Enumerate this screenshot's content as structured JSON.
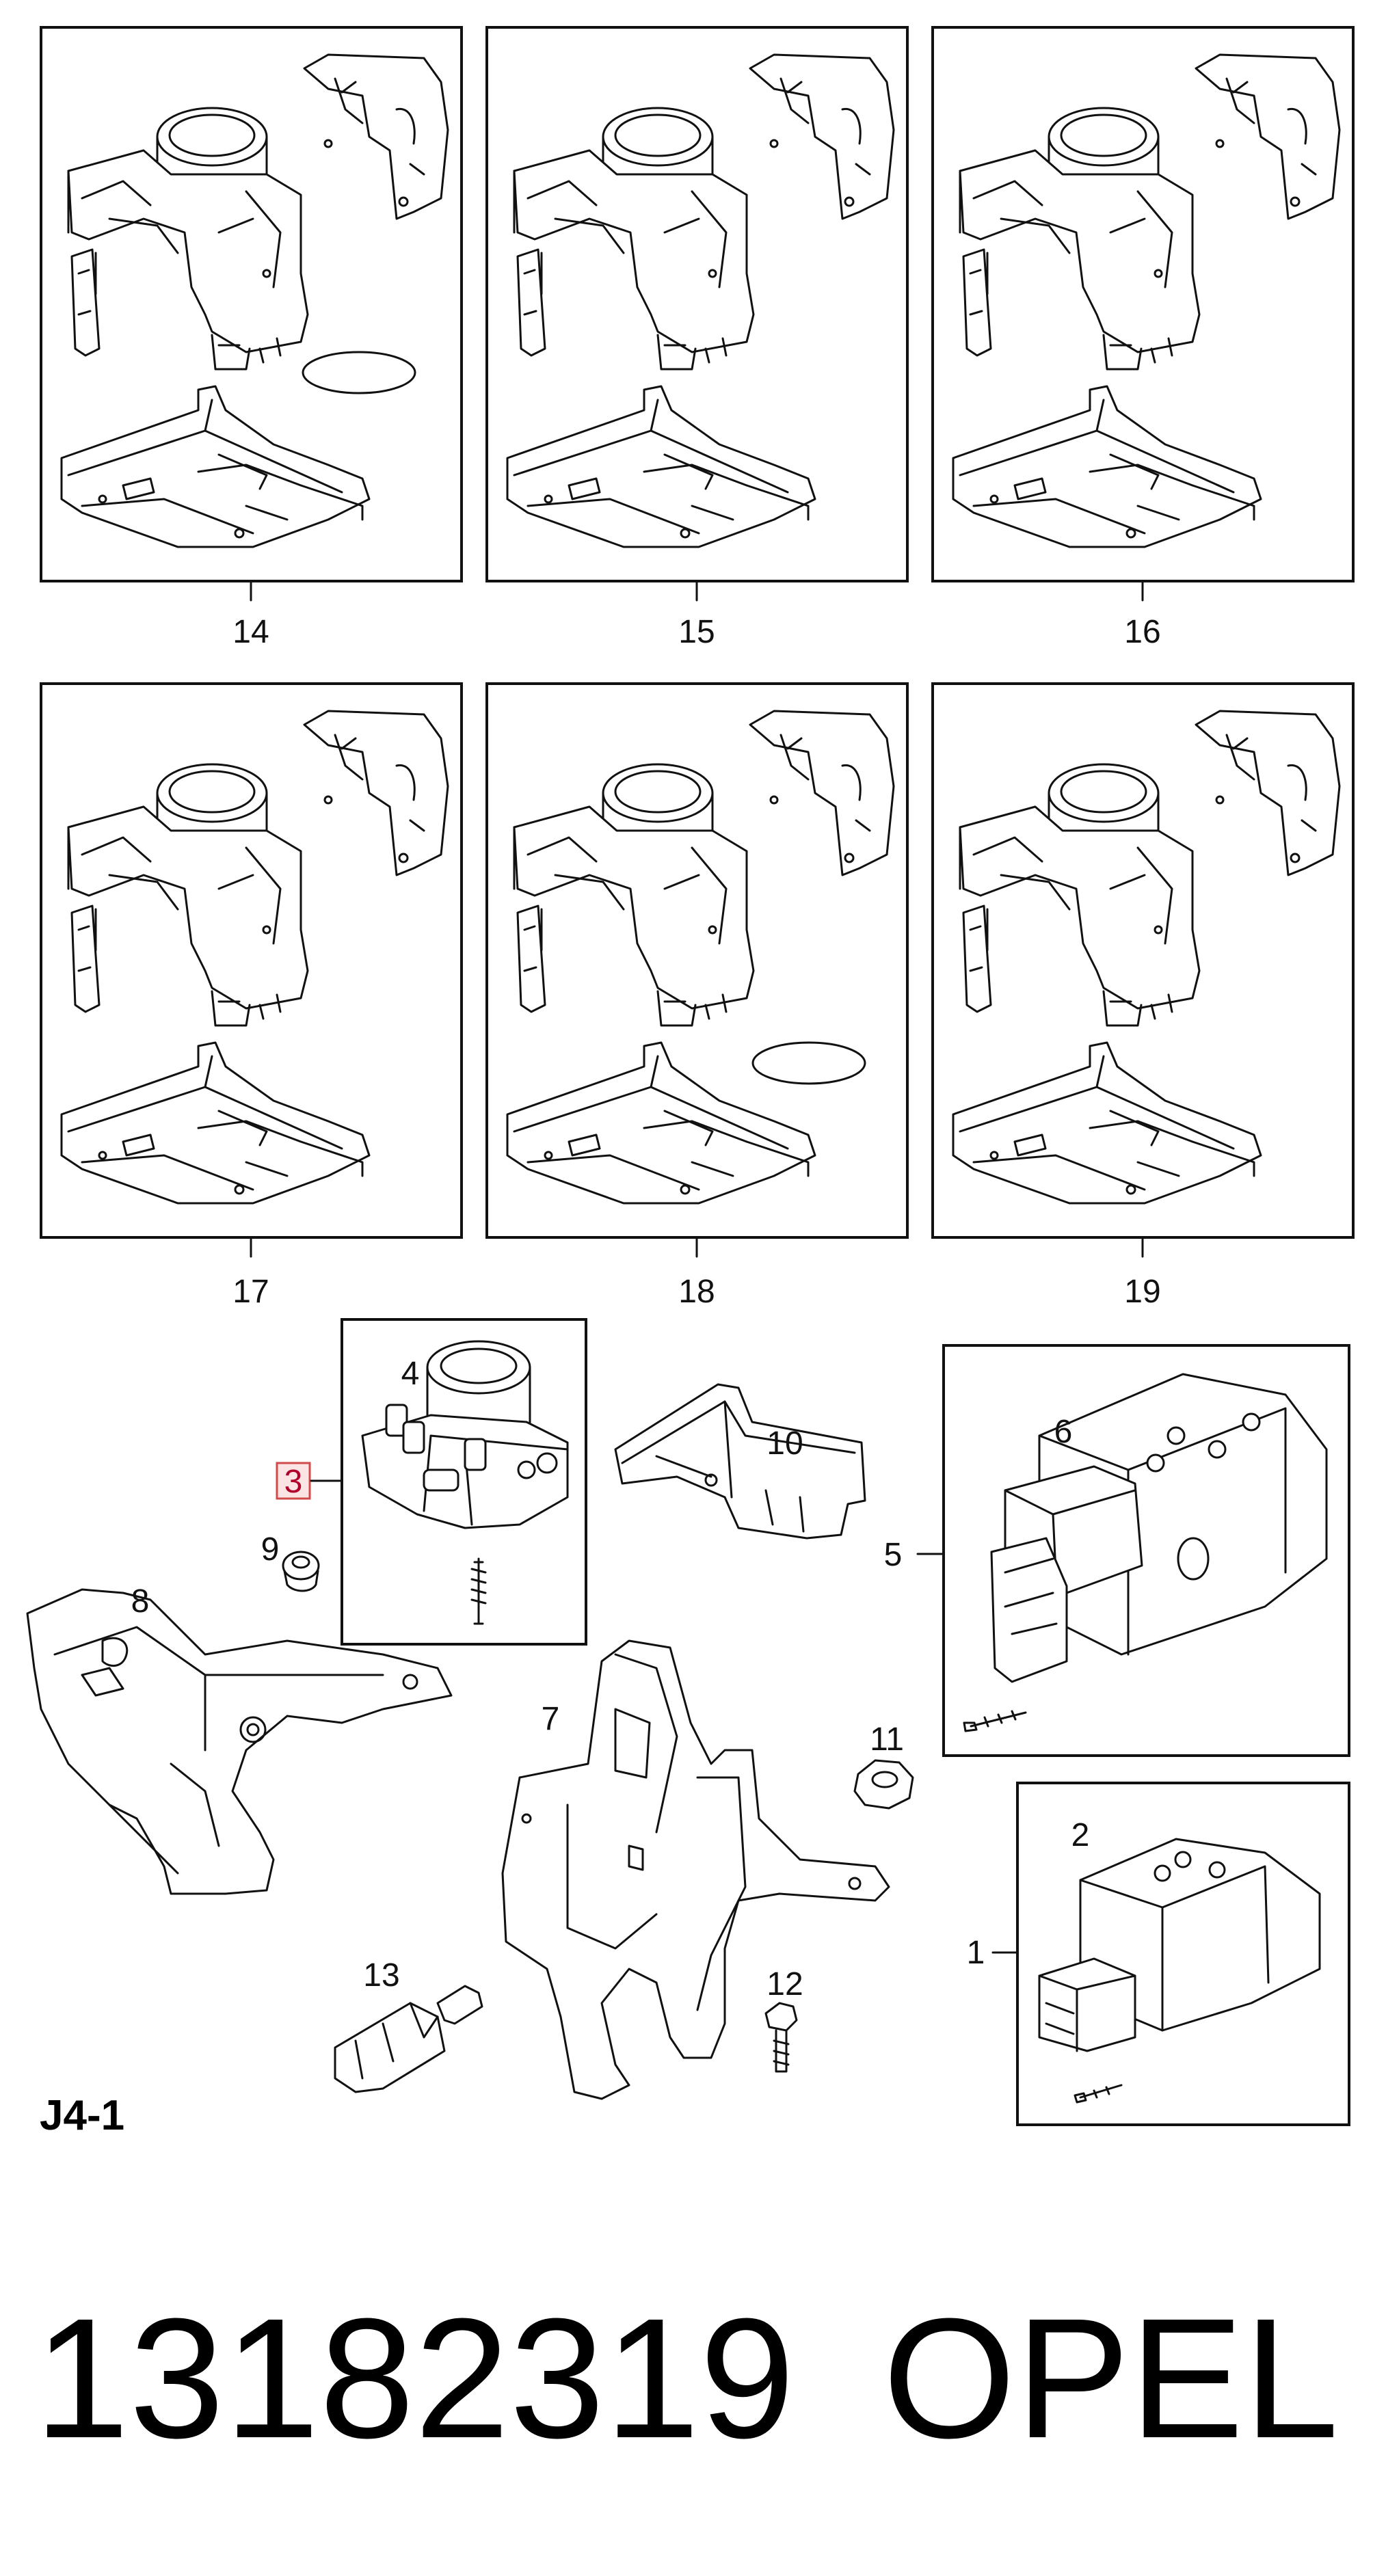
{
  "kits": [
    {
      "label": "14",
      "gasket": true,
      "gasket_pos": "bottom-right"
    },
    {
      "label": "15",
      "gasket": false
    },
    {
      "label": "16",
      "gasket": false
    },
    {
      "label": "17",
      "gasket": false
    },
    {
      "label": "18",
      "gasket": true,
      "gasket_pos": "lower-right"
    },
    {
      "label": "19",
      "gasket": false
    }
  ],
  "callouts": {
    "c1": "1",
    "c2": "2",
    "c3": "3",
    "c4": "4",
    "c5": "5",
    "c6": "6",
    "c7": "7",
    "c8": "8",
    "c9": "9",
    "c10": "10",
    "c11": "11",
    "c12": "12",
    "c13": "13"
  },
  "highlighted_callout": "3",
  "highlight_color": "#d04a4a",
  "sheet_id": "J4-1",
  "part_number": "13182319",
  "brand": "OPEL"
}
